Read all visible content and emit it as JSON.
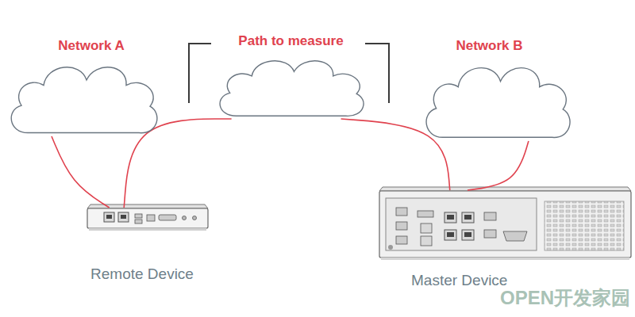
{
  "diagram": {
    "nodes": [
      {
        "text": [
          "Network A"
        ]
      },
      {
        "text": [
          "Path to measure"
        ]
      },
      {
        "text": [
          "Network B"
        ]
      },
      {
        "text": [
          "Remote Device"
        ]
      },
      {
        "text": [
          "Master Device"
        ]
      }
    ],
    "edges": [
      {
        "from": 0,
        "to": 3,
        "arrow": "none"
      },
      {
        "from": 3,
        "to": 1,
        "arrow": "none"
      },
      {
        "from": 1,
        "to": 4,
        "arrow": "none"
      },
      {
        "from": 2,
        "to": 4,
        "arrow": "none"
      }
    ],
    "labels": [
      "OPEN开发家园"
    ]
  }
}
